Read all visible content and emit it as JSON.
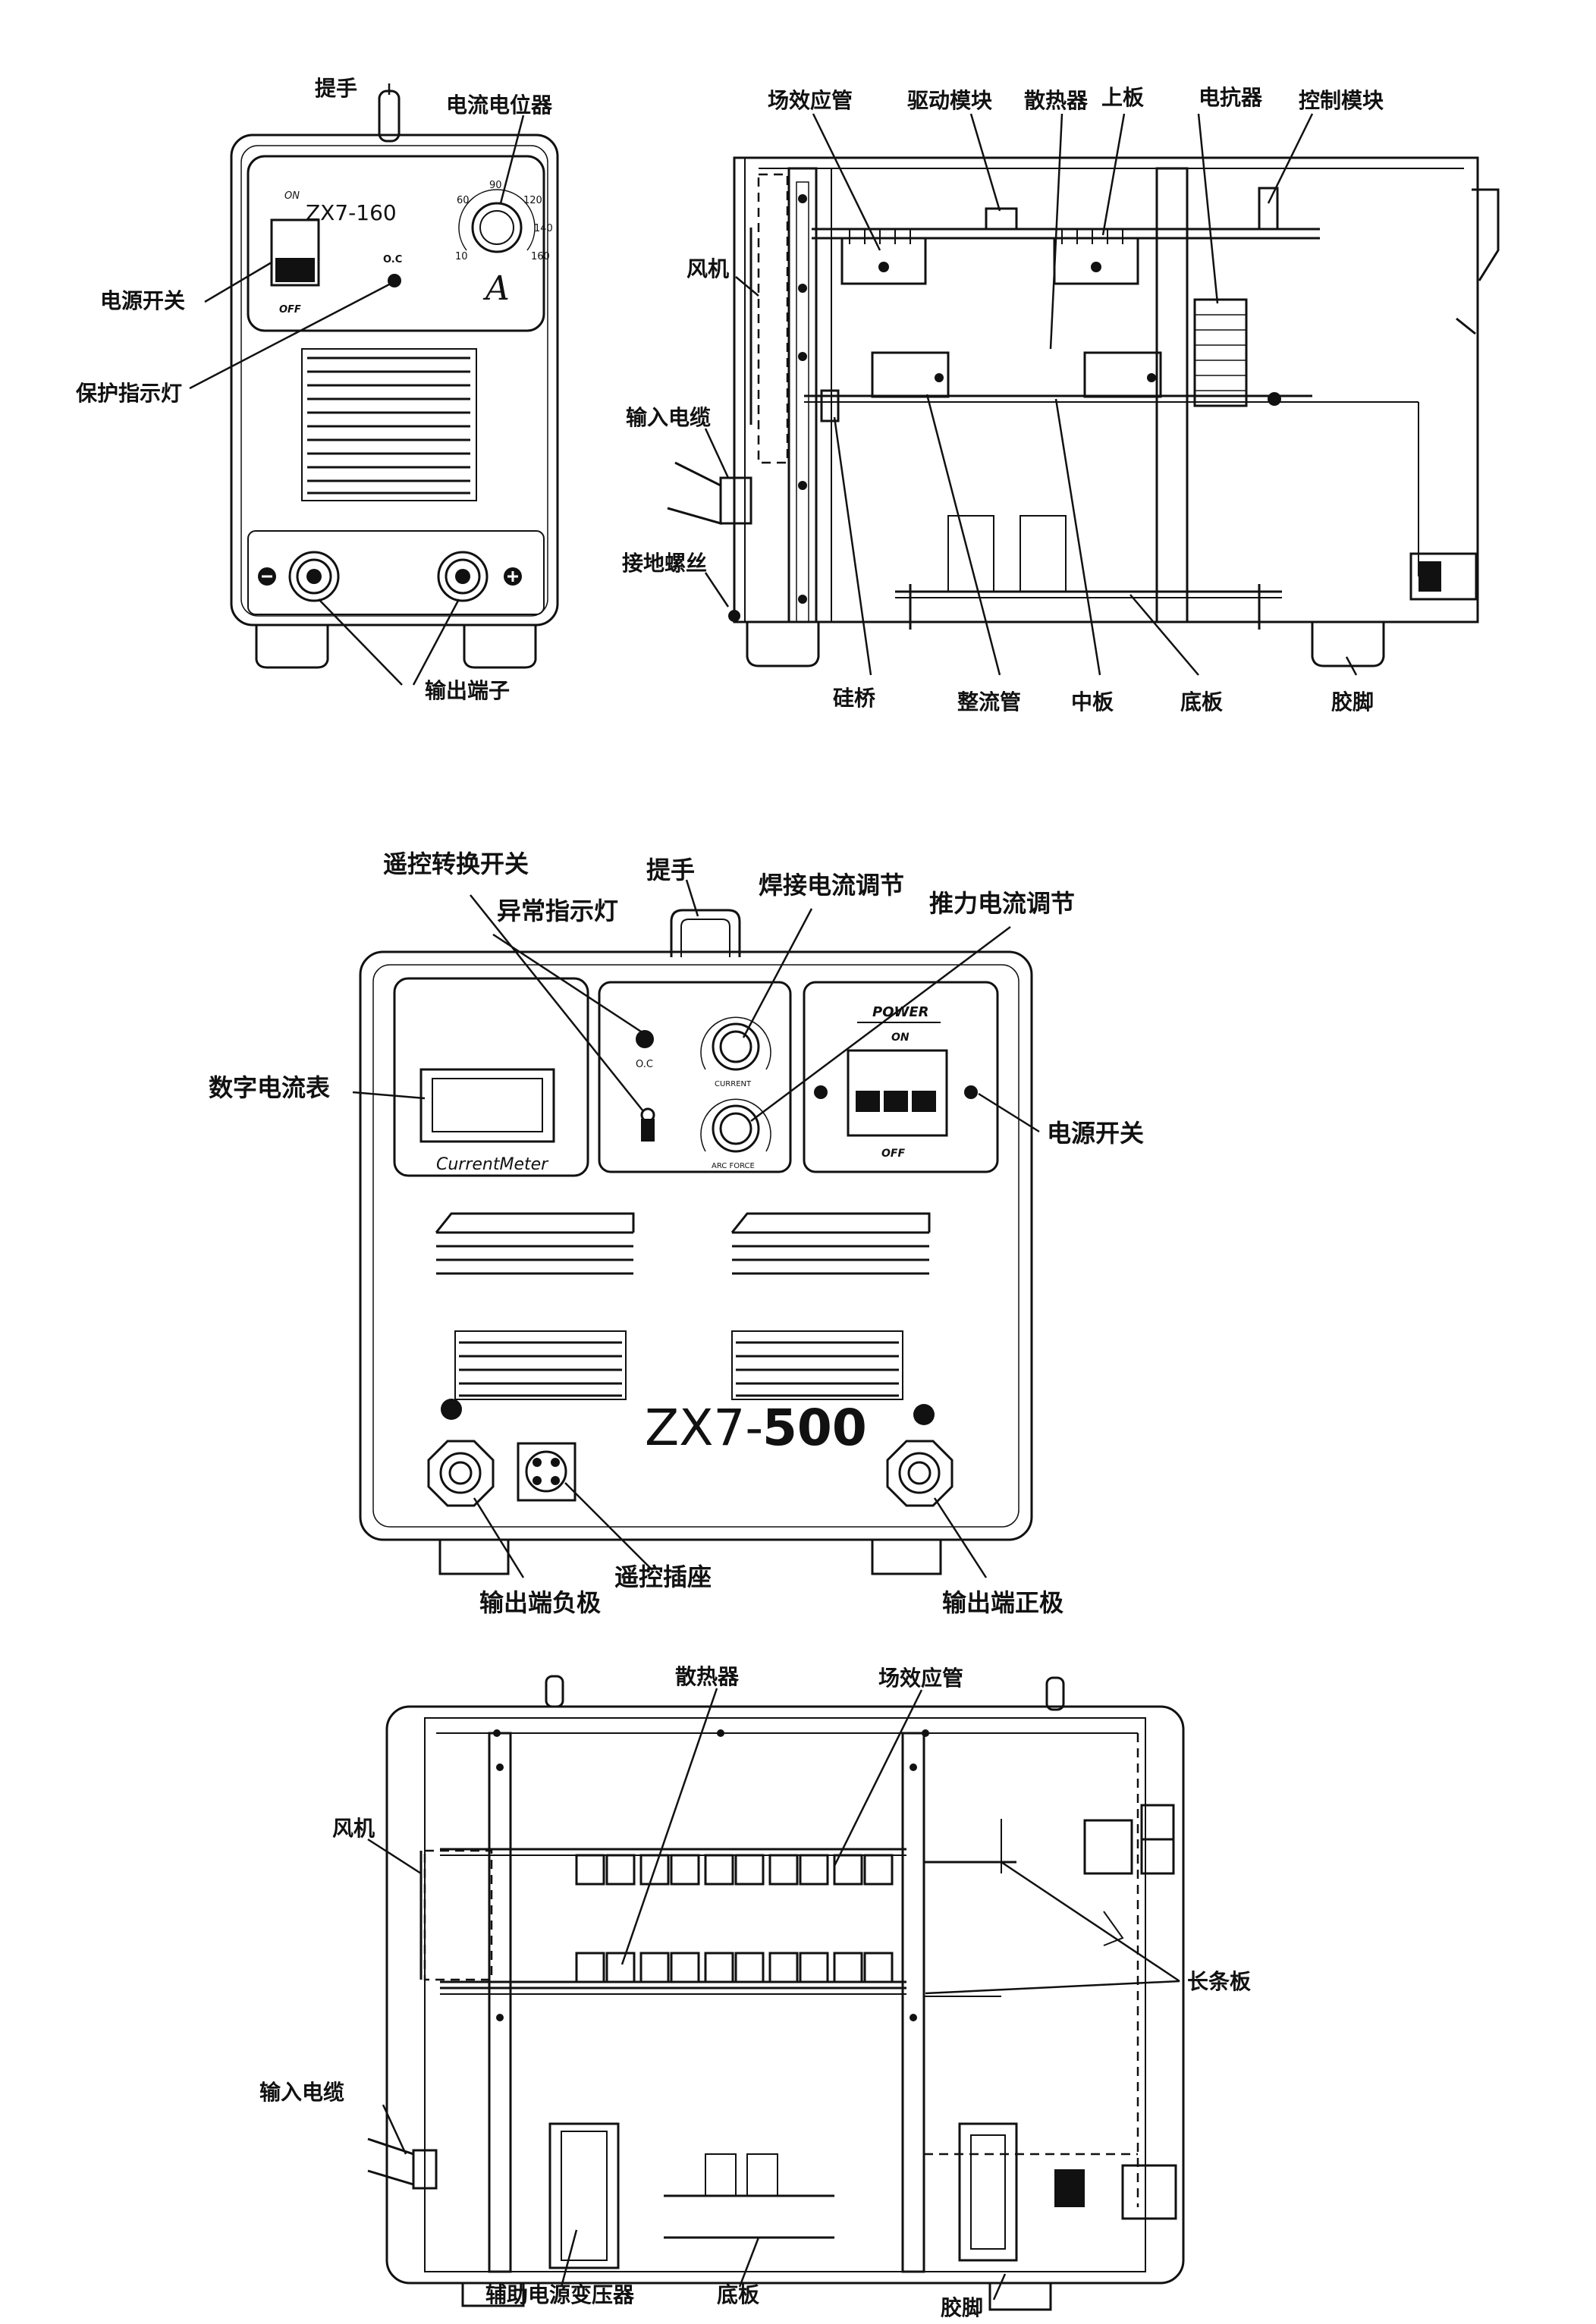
{
  "figure1": {
    "model_label": "ZX7-160",
    "on": "ON",
    "off": "OFF",
    "oc": "O.C",
    "amp": "A",
    "dial_ticks": [
      "10",
      "60",
      "90",
      "120",
      "140",
      "160"
    ],
    "labels": {
      "handle": "提手",
      "current_pot": "电流电位器",
      "power_switch": "电源开关",
      "protect_light": "保护指示灯",
      "output_terminal": "输出端子"
    }
  },
  "figure2": {
    "labels": {
      "mosfet": "场效应管",
      "driver": "驱动模块",
      "heatsink": "散热器",
      "top_plate": "上板",
      "reactor": "电抗器",
      "control": "控制模块",
      "fan": "风机",
      "input_cable": "输入电缆",
      "ground_screw": "接地螺丝",
      "bridge": "硅桥",
      "rectifier": "整流管",
      "mid_plate": "中板",
      "bottom_plate": "底板",
      "foot": "胶脚"
    }
  },
  "figure3": {
    "model_prefix": "ZX7-",
    "model_num": "500",
    "power": "POWER",
    "on": "ON",
    "off": "OFF",
    "oc": "O.C",
    "current_meter": "CurrentMeter",
    "current_tag": "CURRENT",
    "arc_tag": "ARC FORCE",
    "labels": {
      "remote_switch": "遥控转换开关",
      "fault_light": "异常指示灯",
      "handle": "提手",
      "weld_current": "焊接电流调节",
      "arc_force": "推力电流调节",
      "meter": "数字电流表",
      "power_switch": "电源开关",
      "remote_socket": "遥控插座",
      "neg_out": "输出端负极",
      "pos_out": "输出端正极"
    }
  },
  "figure4": {
    "labels": {
      "heatsink": "散热器",
      "mosfet": "场效应管",
      "fan": "风机",
      "long_plate": "长条板",
      "input_cable": "输入电缆",
      "aux_transformer": "辅助电源变压器",
      "bottom_plate": "底板",
      "foot": "胶脚"
    }
  }
}
